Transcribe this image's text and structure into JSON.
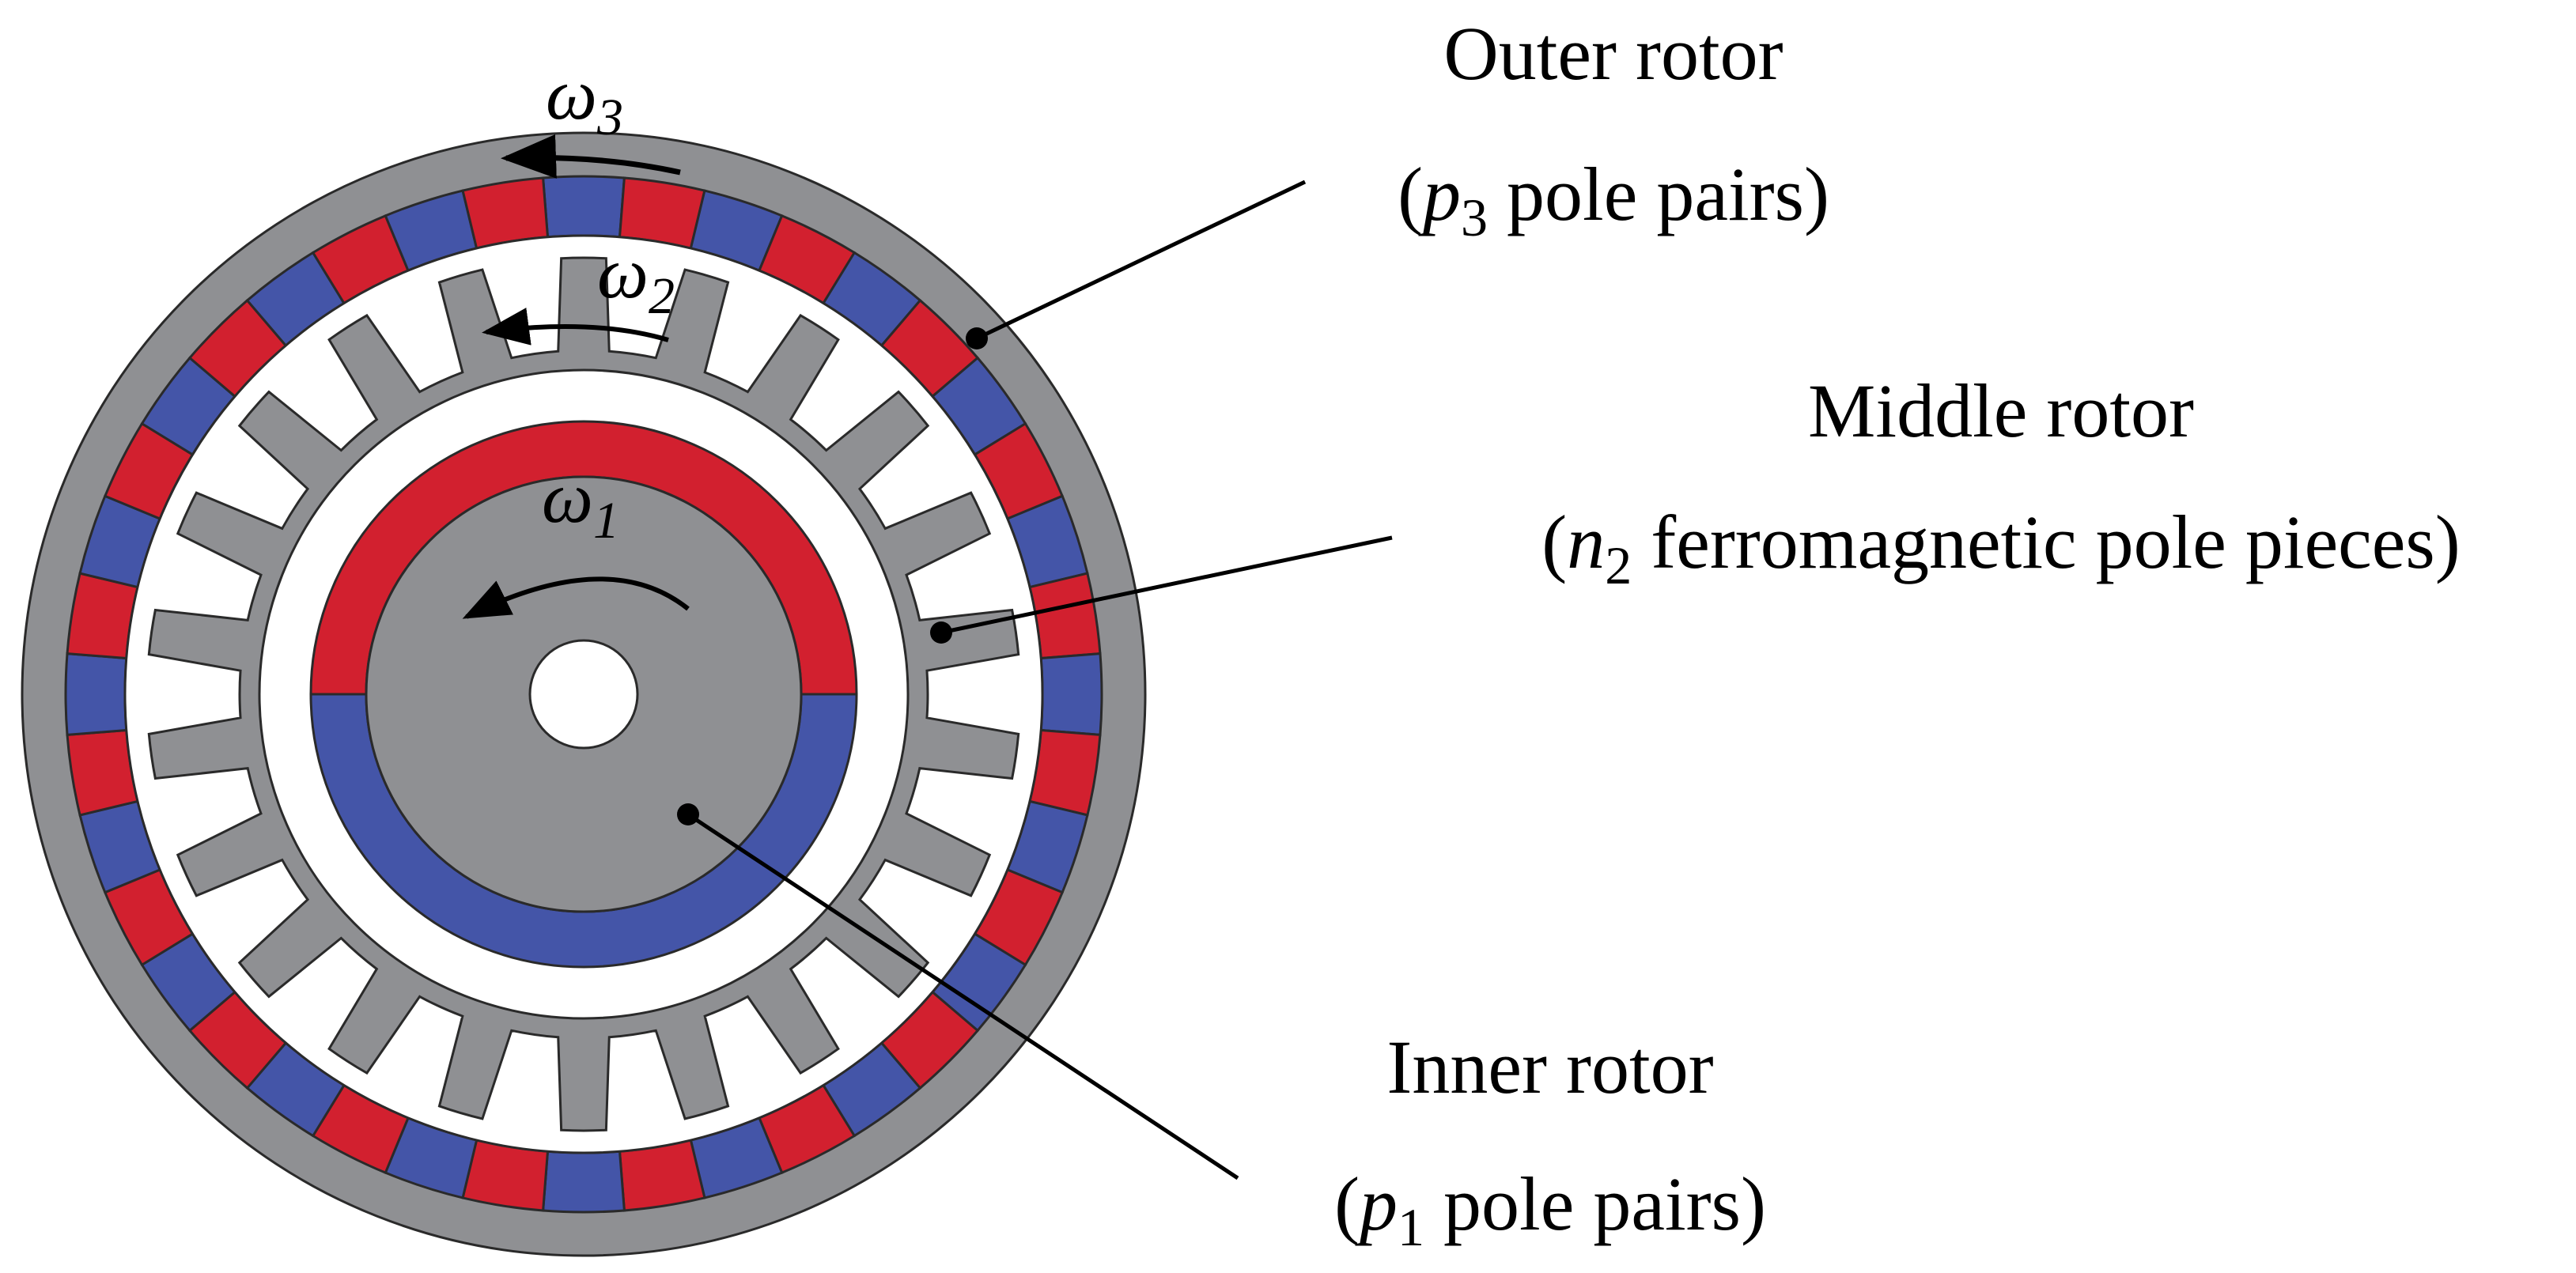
{
  "colors": {
    "gray": "#8f9093",
    "red": "#d2202f",
    "blue": "#4455a8",
    "outline": "#2a2a2a",
    "background": "#ffffff"
  },
  "magnet_counts": {
    "outer_ring_segments": 40,
    "inner_ring_halves": 2,
    "middle_rotor_pole_pieces": 22
  },
  "labels": {
    "outer": {
      "title": "Outer rotor",
      "open": "(",
      "var": "p",
      "sub": "3",
      "rest": " pole pairs)"
    },
    "middle": {
      "title": "Middle rotor",
      "open": "(",
      "var": "n",
      "sub": "2",
      "rest": " ferromagnetic pole pieces)"
    },
    "inner": {
      "title": "Inner rotor",
      "open": "(",
      "var": "p",
      "sub": "1",
      "rest": " pole pairs)"
    }
  },
  "speeds": {
    "outer": {
      "sym": "ω",
      "sub": "3"
    },
    "middle": {
      "sym": "ω",
      "sub": "2"
    },
    "inner": {
      "sym": "ω",
      "sub": "1"
    }
  }
}
